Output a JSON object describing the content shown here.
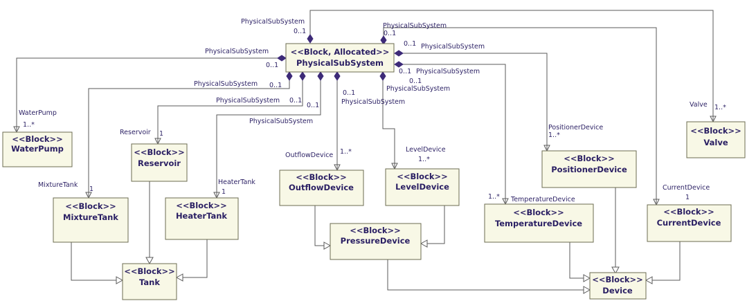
{
  "stereotype_default": "<<Block>>",
  "blocks": {
    "physical": {
      "stereotype": "<<Block, Allocated>>",
      "name": "PhysicalSubSystem"
    },
    "waterpump": {
      "stereotype": "<<Block>>",
      "name": "WaterPump"
    },
    "reservoir": {
      "stereotype": "<<Block>>",
      "name": "Reservoir"
    },
    "mixture": {
      "stereotype": "<<Block>>",
      "name": "MixtureTank"
    },
    "heater": {
      "stereotype": "<<Block>>",
      "name": "HeaterTank"
    },
    "tank": {
      "stereotype": "<<Block>>",
      "name": "Tank"
    },
    "outflow": {
      "stereotype": "<<Block>>",
      "name": "OutflowDevice"
    },
    "level": {
      "stereotype": "<<Block>>",
      "name": "LevelDevice"
    },
    "pressure": {
      "stereotype": "<<Block>>",
      "name": "PressureDevice"
    },
    "positioner": {
      "stereotype": "<<Block>>",
      "name": "PositionerDevice"
    },
    "temperature": {
      "stereotype": "<<Block>>",
      "name": "TemperatureDevice"
    },
    "current": {
      "stereotype": "<<Block>>",
      "name": "CurrentDevice"
    },
    "valve": {
      "stereotype": "<<Block>>",
      "name": "Valve"
    },
    "device": {
      "stereotype": "<<Block>>",
      "name": "Device"
    }
  },
  "associations": {
    "waterpump": {
      "owner_role": "PhysicalSubSystem",
      "owner_mult": "0..1",
      "part_role": "WaterPump",
      "part_mult": "1..*"
    },
    "mixture": {
      "owner_role": "PhysicalSubSystem",
      "owner_mult": "0..1",
      "part_role": "MixtureTank",
      "part_mult": "1"
    },
    "reservoir": {
      "owner_role": "PhysicalSubSystem",
      "owner_mult": "0..1",
      "part_role": "Reservoir",
      "part_mult": "1"
    },
    "heater": {
      "owner_role": "PhysicalSubSystem",
      "owner_mult": "0..1",
      "part_role": "HeaterTank",
      "part_mult": "1"
    },
    "outflow": {
      "owner_role": "PhysicalSubSystem",
      "owner_mult": "0..1",
      "part_role": "OutflowDevice",
      "part_mult": "1..*"
    },
    "level": {
      "owner_role": "PhysicalSubSystem",
      "owner_mult": "0..1",
      "part_role": "LevelDevice",
      "part_mult": "1..*"
    },
    "valve": {
      "owner_role": "PhysicalSubSystem",
      "owner_mult": "0..1",
      "part_role": "Valve",
      "part_mult": "1..*"
    },
    "current": {
      "owner_role": "PhysicalSubSystem",
      "owner_mult": "0..1",
      "part_role": "CurrentDevice",
      "part_mult": "1"
    },
    "positioner": {
      "owner_role": "PhysicalSubSystem",
      "owner_mult": "0..1",
      "part_role": "PositionerDevice",
      "part_mult": "1..*"
    },
    "temperature": {
      "owner_role": "PhysicalSubSystem",
      "owner_mult": "0..1",
      "part_role": "TemperatureDevice",
      "part_mult": "1..*"
    }
  }
}
